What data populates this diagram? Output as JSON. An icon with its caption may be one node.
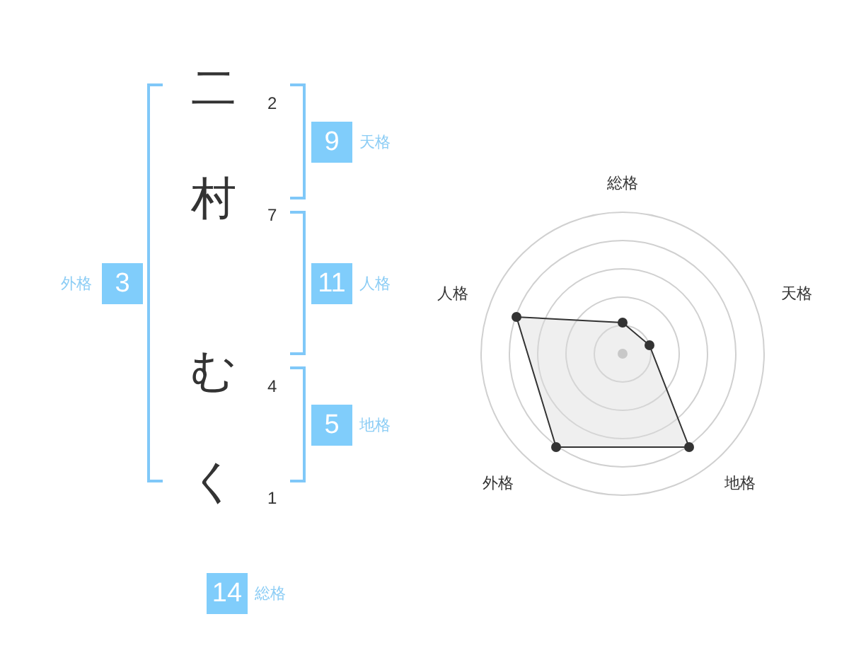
{
  "diagram": {
    "nodes": [
      {
        "text": [
          "3"
        ],
        "beside": [
          "外格"
        ]
      },
      {
        "text": [
          "9"
        ],
        "beside": [
          "天格"
        ]
      },
      {
        "text": [
          "11"
        ],
        "beside": [
          "人格"
        ]
      },
      {
        "text": [
          "5"
        ],
        "beside": [
          "地格"
        ]
      },
      {
        "text": [
          "14"
        ],
        "beside": [
          "総格"
        ]
      }
    ],
    "labels": [
      "二",
      "2",
      "村",
      "7",
      "む",
      "4",
      "く",
      "1",
      "総格",
      "人格",
      "天格",
      "外格",
      "地格"
    ]
  }
}
